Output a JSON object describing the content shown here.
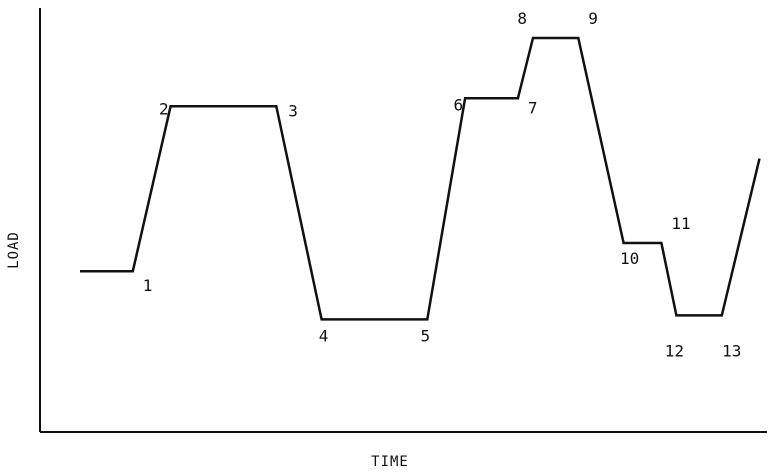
{
  "chart_data": {
    "type": "line",
    "xlabel": "TIME",
    "ylabel": "LOAD",
    "grid": false,
    "legend": "none",
    "line_color": "#111111",
    "series": [
      {
        "values": [
          {
            "label": "",
            "x": 0,
            "y": 42
          },
          {
            "label": "1",
            "x": 7,
            "y": 42
          },
          {
            "label": "2",
            "x": 12,
            "y": 83
          },
          {
            "label": "3",
            "x": 26,
            "y": 83
          },
          {
            "label": "4",
            "x": 32,
            "y": 30
          },
          {
            "label": "5",
            "x": 46,
            "y": 30
          },
          {
            "label": "6",
            "x": 51,
            "y": 85
          },
          {
            "label": "7",
            "x": 58,
            "y": 85
          },
          {
            "label": "8",
            "x": 60,
            "y": 100
          },
          {
            "label": "9",
            "x": 66,
            "y": 100
          },
          {
            "label": "10",
            "x": 72,
            "y": 49
          },
          {
            "label": "11",
            "x": 77,
            "y": 49
          },
          {
            "label": "12",
            "x": 79,
            "y": 31
          },
          {
            "label": "13",
            "x": 85,
            "y": 31
          },
          {
            "label": "",
            "x": 90,
            "y": 70
          }
        ]
      }
    ]
  }
}
